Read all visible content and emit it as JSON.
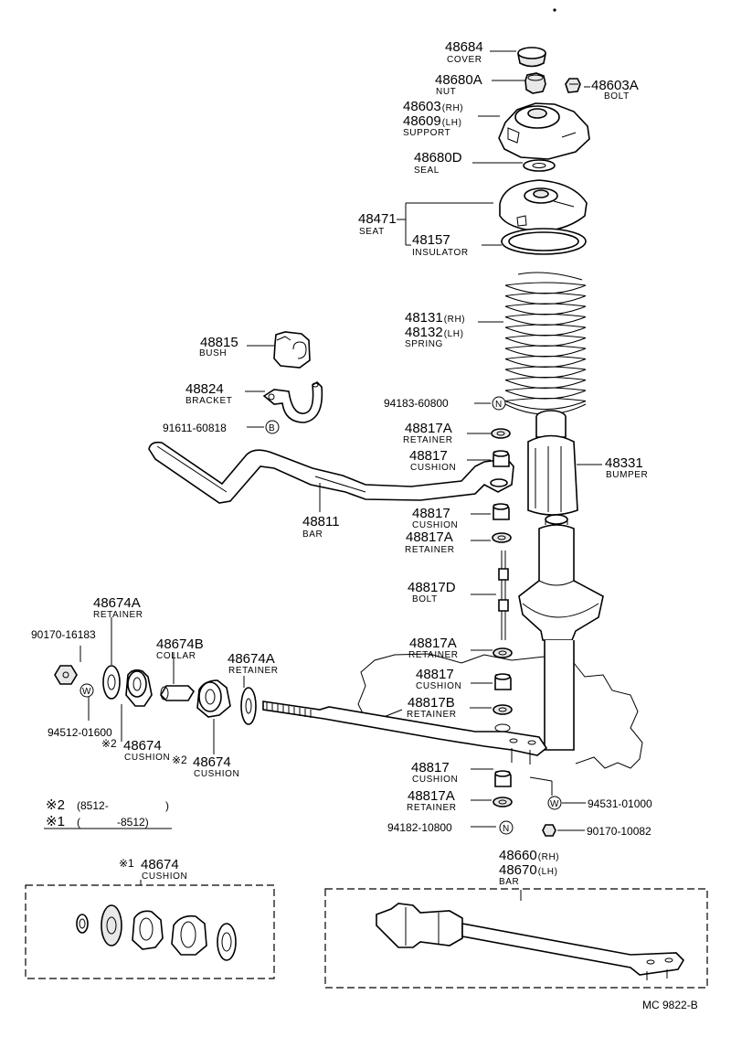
{
  "labels": {
    "cover": {
      "num": "48684",
      "name": "COVER"
    },
    "nut": {
      "num": "48680A",
      "name": "NUT"
    },
    "bolt_top": {
      "num": "48603A",
      "name": "BOLT"
    },
    "support": {
      "num1": "48603",
      "suf1": "(RH)",
      "num2": "48609",
      "suf2": "(LH)",
      "name": "SUPPORT"
    },
    "seal": {
      "num": "48680D",
      "name": "SEAL"
    },
    "seat": {
      "num": "48471",
      "name": "SEAT"
    },
    "insulator": {
      "num": "48157",
      "name": "INSULATOR"
    },
    "spring": {
      "num1": "48131",
      "suf1": "(RH)",
      "num2": "48132",
      "suf2": "(LH)",
      "name": "SPRING"
    },
    "bush": {
      "num": "48815",
      "name": "BUSH"
    },
    "bracket": {
      "num": "48824",
      "name": "BRACKET"
    },
    "bolt_b": {
      "num": "91611-60818",
      "mark": "B"
    },
    "nut_n1": {
      "num": "94183-60800",
      "mark": "N"
    },
    "retainer1": {
      "num": "48817A",
      "name": "RETAINER"
    },
    "cushion1": {
      "num": "48817",
      "name": "CUSHION"
    },
    "bumper": {
      "num": "48331",
      "name": "BUMPER"
    },
    "bar": {
      "num": "48811",
      "name": "BAR"
    },
    "cushion2": {
      "num": "48817",
      "name": "CUSHION"
    },
    "retainer2": {
      "num": "48817A",
      "name": "RETAINER"
    },
    "bolt_d": {
      "num": "48817D",
      "name": "BOLT"
    },
    "retainer3": {
      "num": "48817A",
      "name": "RETAINER"
    },
    "cushion3": {
      "num": "48817",
      "name": "CUSHION"
    },
    "retainer_b": {
      "num": "48817B",
      "name": "RETAINER"
    },
    "cushion4": {
      "num": "48817",
      "name": "CUSHION"
    },
    "retainer4": {
      "num": "48817A",
      "name": "RETAINER"
    },
    "washer_w1": {
      "num": "94531-01000",
      "mark": "W"
    },
    "nut_n2": {
      "num": "94182-10800",
      "mark": "N"
    },
    "nut_90": {
      "num": "90170-10082"
    },
    "retainer_l1": {
      "num": "48674A",
      "name": "RETAINER"
    },
    "nut_l": {
      "num": "90170-16183"
    },
    "collar": {
      "num": "48674B",
      "name": "COLLAR"
    },
    "retainer_l2": {
      "num": "48674A",
      "name": "RETAINER"
    },
    "washer_w2": {
      "num": "94512-01600",
      "mark": "W"
    },
    "cushion_l1": {
      "star": "※2",
      "num": "48674",
      "name": "CUSHION"
    },
    "cushion_l2": {
      "star": "※2",
      "num": "48674",
      "name": "CUSHION"
    },
    "box_cushion": {
      "star": "※1",
      "num": "48674",
      "name": "CUSHION"
    },
    "strut_bar": {
      "num1": "48660",
      "suf1": "(RH)",
      "num2": "48670",
      "suf2": "(LH)",
      "name": "BAR"
    }
  },
  "notes": {
    "note2": {
      "mark": "※2",
      "text": "(8512-",
      "close": ")"
    },
    "note1": {
      "mark": "※1",
      "text": "(",
      "text2": "-8512)"
    }
  },
  "code": "MC 9822-B"
}
